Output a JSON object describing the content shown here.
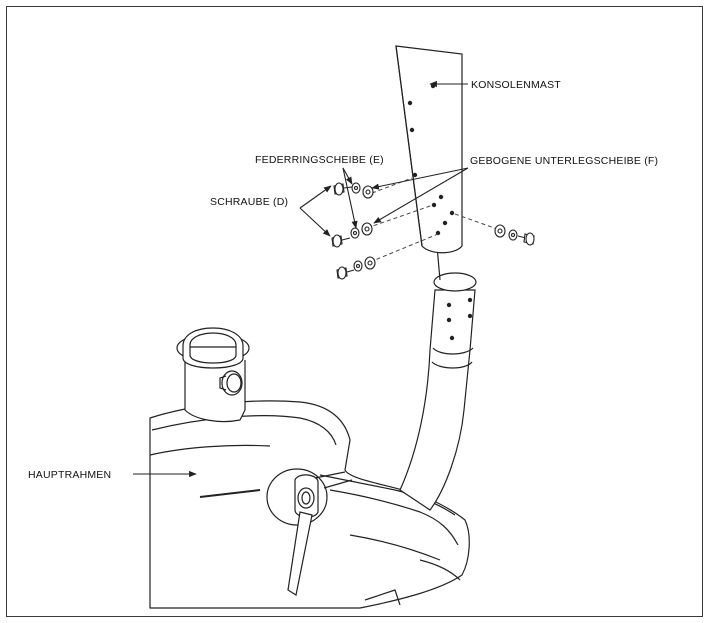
{
  "diagram": {
    "labels": {
      "console_mast": "KONSOLENMAST",
      "curved_washer": "GEBOGENE UNTERLEGSCHEIBE (F)",
      "spring_washer": "FEDERRINGSCHEIBE (E)",
      "screw": "SCHRAUBE (D)",
      "main_frame": "HAUPTRAHMEN"
    },
    "colors": {
      "line": "#222222",
      "fill": "#ffffff",
      "frame_border": "#3a3a3a"
    }
  }
}
